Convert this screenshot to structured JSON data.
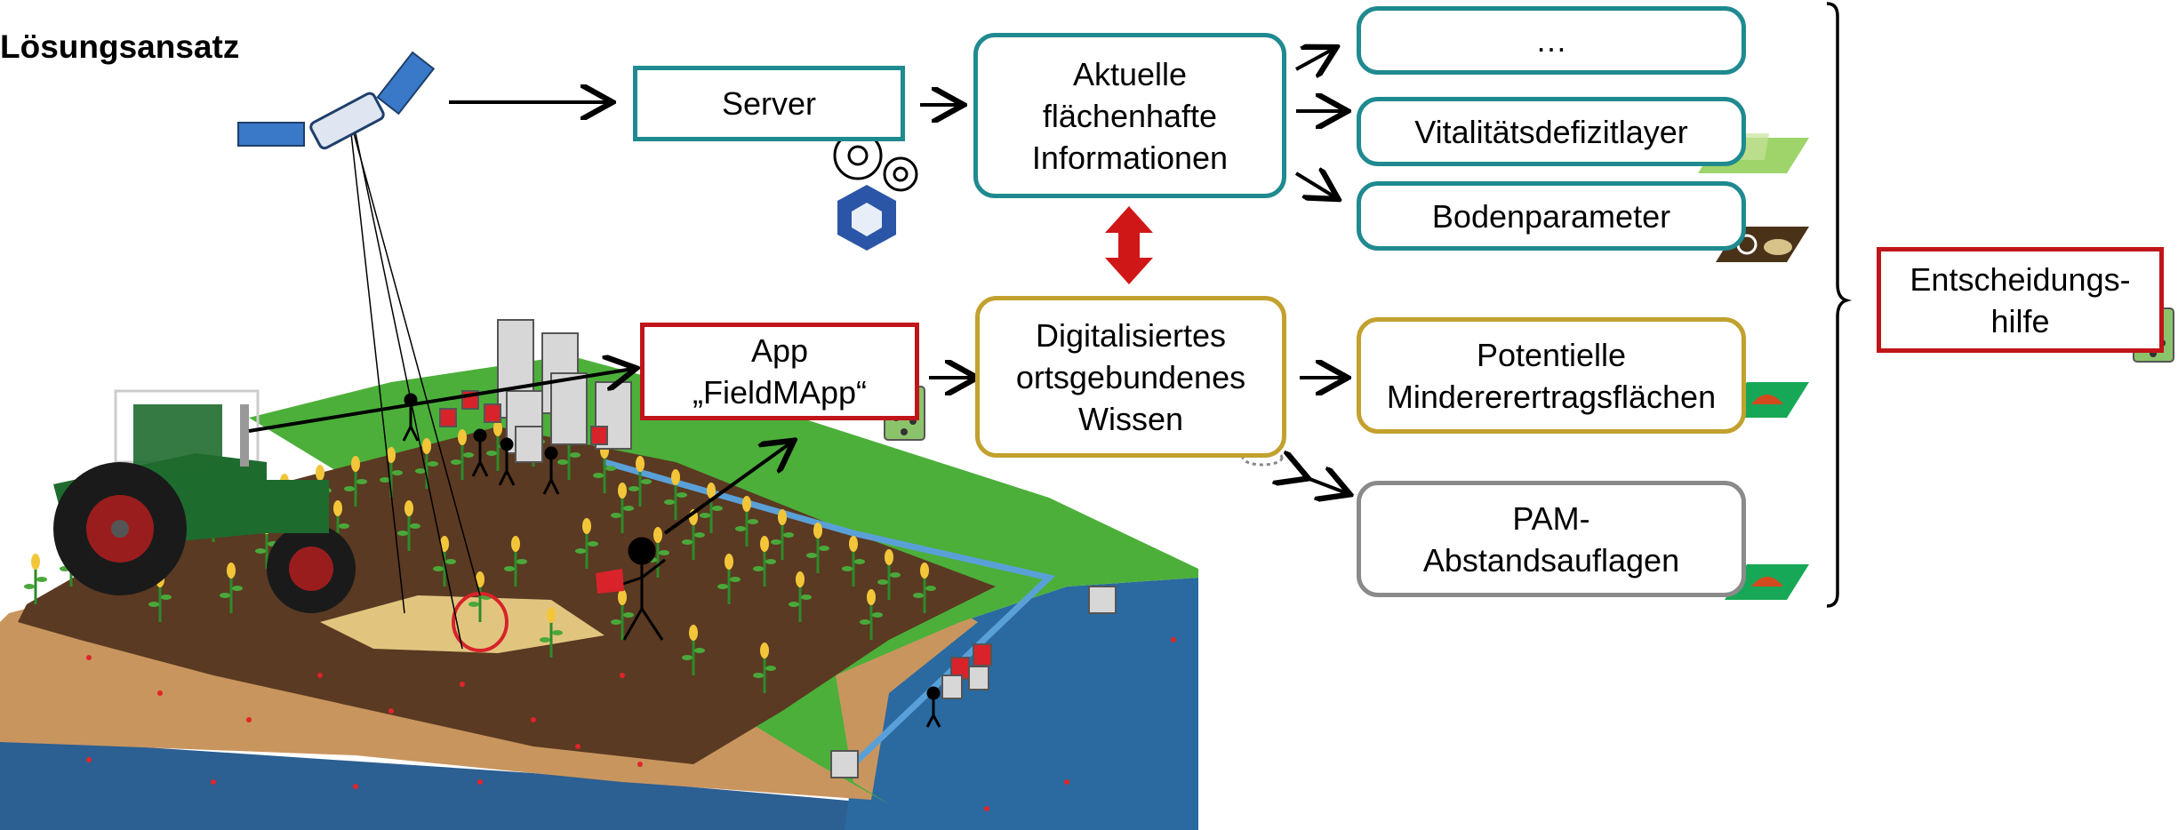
{
  "title": "Lösungsansatz",
  "boxes": {
    "server": "Server",
    "aktuelle": "Aktuelle\nflächenhafte\nInformationen",
    "ellipsis": "…",
    "vitalitaet": "Vitalitätsdefizitlayer",
    "boden": "Bodenparameter",
    "app": "App\n„FieldMApp“",
    "digital": "Digitalisiertes\nortsgebundenes\nWissen",
    "potentielle": "Potentielle\nMindererertragsflächen",
    "pam": "PAM-\nAbstandsauflagen",
    "entscheidung": "Entscheidungs-\nhilfe"
  },
  "colors": {
    "teal": "#1f8a8f",
    "gold": "#c2a12e",
    "red": "#c01519",
    "gray": "#8a8a8a",
    "satellite_panel": "#3a78c8",
    "tractor": "#1e6b2e",
    "soil": "#5a3a22",
    "water": "#2a6aa0",
    "grass": "#4caf3a"
  },
  "icons": [
    "satellite-icon",
    "gears-icon",
    "cube-icon",
    "tablet-icon",
    "location-pin-icon",
    "tractor-icon",
    "building-icon",
    "person-icon",
    "map-tile-icon"
  ]
}
